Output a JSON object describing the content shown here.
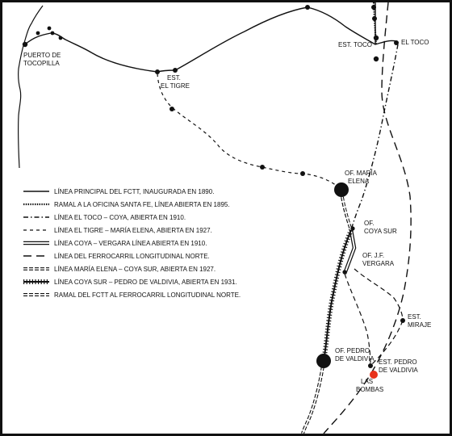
{
  "legend": [
    {
      "id": "principal",
      "text": "LÍNEA PRINCIPAL DEL FCTT, INAUGURADA EN 1890."
    },
    {
      "id": "santa-fe",
      "text": "RAMAL A LA OFICINA SANTA FE, LÍNEA ABIERTA EN 1895."
    },
    {
      "id": "toco-coya",
      "text": "LÍNEA EL TOCO – COYA, ABIERTA EN 1910."
    },
    {
      "id": "tigre-maria-elena",
      "text": "LÍNEA EL TIGRE – MARÍA ELENA, ABIERTA EN 1927."
    },
    {
      "id": "coya-vergara",
      "text": "LÍNEA COYA – VERGARA LÍNEA ABIERTA EN 1910."
    },
    {
      "id": "longitudinal",
      "text": "LÍNEA DEL FERROCARRIL LONGITUDINAL NORTE."
    },
    {
      "id": "maria-elena-coya-sur",
      "text": "LÍNEA MARÍA ELENA – COYA SUR, ABIERTA EN 1927."
    },
    {
      "id": "coya-sur-pedro",
      "text": "LÍNEA COYA SUR – PEDRO DE VALDIVIA, ABIERTA EN 1931."
    },
    {
      "id": "ramal-longitudinal",
      "text": "RAMAL DEL FCTT AL FERROCARRIL LONGITUDINAL NORTE."
    }
  ],
  "places": {
    "tocopilla_1": "PUERTO DE",
    "tocopilla_2": "TOCOPILLA",
    "tigre_1": "EST.",
    "tigre_2": "EL TIGRE",
    "est_toco": "EST. TOCO",
    "el_toco": "EL TOCO",
    "maria_elena_1": "OF. MARÍA",
    "maria_elena_2": "ELENA",
    "coya_sur_1": "OF.",
    "coya_sur_2": "COYA SUR",
    "vergara_1": "OF. J.F.",
    "vergara_2": "VERGARA",
    "miraje_1": "EST.",
    "miraje_2": "MIRAJE",
    "of_pedro_1": "OF. PEDRO",
    "of_pedro_2": "DE VALDIVIA",
    "est_pedro_1": "EST. PEDRO",
    "est_pedro_2": "DE VALDIVIA",
    "bombas_1": "LAS",
    "bombas_2": "BOMBAS"
  },
  "colors": {
    "ink": "#111111",
    "las_bombas_marker": "#e8311a"
  }
}
